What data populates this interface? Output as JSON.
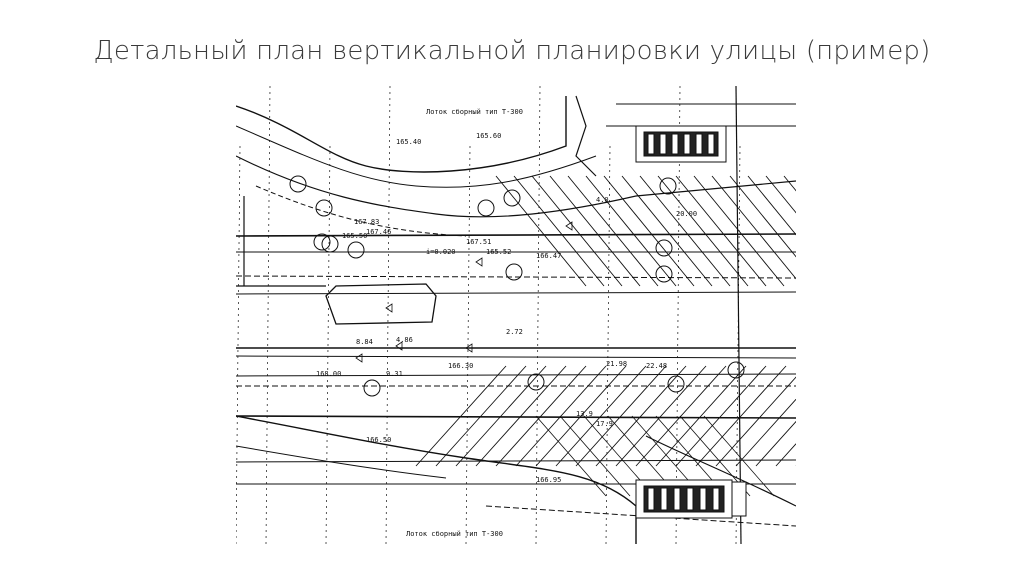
{
  "slide": {
    "title": "Детальный план вертикальной планировки улицы (пример)"
  },
  "plan": {
    "labels": [
      "165.60",
      "165.40",
      "167.83",
      "167.46",
      "165.50",
      "167.51",
      "165.52",
      "166.47",
      "166.30",
      "168.00",
      "166.50",
      "166.95",
      "4.0",
      "20.00",
      "i=0.020",
      "Лоток сборный тип Т-300",
      "Лоток сборный тип Т-300",
      "13.9",
      "17.9",
      "21.98",
      "22.48",
      "8.84",
      "4.86",
      "9.31",
      "2.72"
    ],
    "colors": {
      "ink": "#111111",
      "title": "#3a3a3a"
    }
  }
}
